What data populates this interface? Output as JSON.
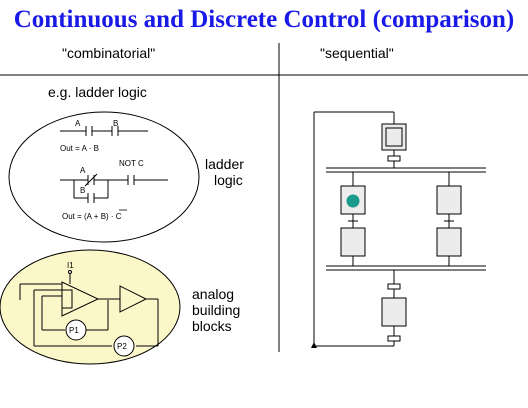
{
  "title": "Continuous and Discrete Control (comparison)",
  "left_header": "\"combinatorial\"",
  "right_header": "\"sequential\"",
  "example_label": "e.g. ladder logic",
  "ladder": {
    "contact_a": "A",
    "contact_b": "B",
    "eq1": "Out = A · B",
    "contact_a2": "A",
    "not_c": "NOT C",
    "contact_b2": "B",
    "eq2": "Out = (A + B) · C",
    "label_line1": "ladder",
    "label_line2": "logic"
  },
  "analog": {
    "input": "I1",
    "p1": "P1",
    "p2": "P2",
    "label_line1": "analog",
    "label_line2": "building",
    "label_line3": "blocks"
  },
  "colors": {
    "title": "#1a1ae6",
    "analog_fill": "#fbf7c8",
    "step_fill": "#ececec",
    "token": "#1a9a8a"
  }
}
